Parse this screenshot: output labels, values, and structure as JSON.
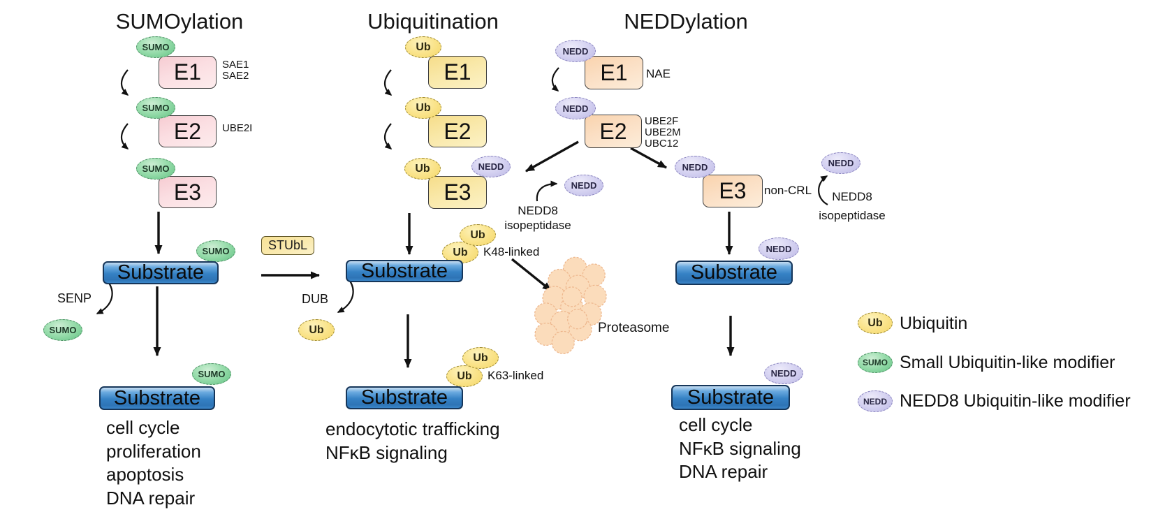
{
  "labels": {
    "sumo": "SUMO",
    "ub": "Ub",
    "nedd": "NEDD",
    "e1": "E1",
    "e2": "E2",
    "e3": "E3",
    "substrate": "Substrate"
  },
  "sumoylation": {
    "title": "SUMOylation",
    "e1_enzymes": [
      "SAE1",
      "SAE2"
    ],
    "e2_enzyme": "UBE2I",
    "protease": "SENP",
    "outcomes": [
      "cell cycle",
      "proliferation",
      "apoptosis",
      "DNA repair"
    ]
  },
  "ubiquitination": {
    "title": "Ubiquitination",
    "stubl": "STUbL",
    "dub": "DUB",
    "k48": "K48-linked",
    "k63": "K63-linked",
    "proteasome": "Proteasome",
    "outcomes": [
      "endocytotic trafficking",
      "NFκB signaling"
    ]
  },
  "neddylation": {
    "title": "NEDDylation",
    "e1_enzyme": "NAE",
    "e2_enzymes": [
      "UBE2F",
      "UBE2M",
      "UBC12"
    ],
    "e3_type": "non-CRL",
    "isopeptidase": [
      "NEDD8",
      "isopeptidase"
    ],
    "outcomes": [
      "cell cycle",
      "NFκB signaling",
      "DNA repair"
    ]
  },
  "legend": {
    "items": [
      {
        "badge": "Ub",
        "label": "Ubiquitin"
      },
      {
        "badge": "SUMO",
        "label": "Small Ubiquitin-like modifier"
      },
      {
        "badge": "NEDD",
        "label": "NEDD8 Ubiquitin-like modifier"
      }
    ]
  },
  "colors": {
    "sumo_fill": "#97dcab",
    "ub_fill": "#fae48c",
    "nedd_fill": "#d5d2f1",
    "sumo_enzyme_box": "#fbdee2",
    "ub_enzyme_box": "#f9e8a8",
    "nedd_enzyme_box": "#fbdfc4",
    "substrate_blue": "#3581c4",
    "proteasome_peach": "#fbdcbb"
  }
}
